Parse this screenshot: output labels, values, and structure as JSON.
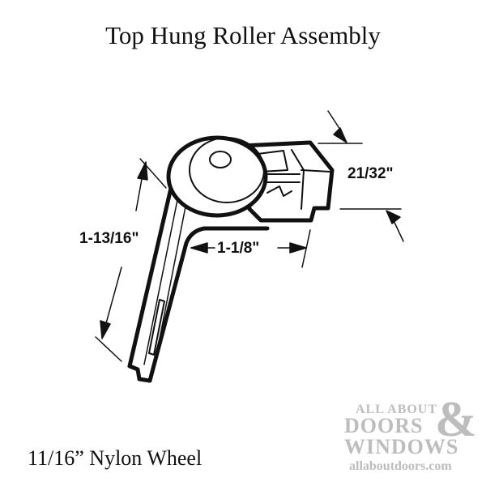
{
  "title": "Top Hung Roller Assembly",
  "caption": "11/16” Nylon Wheel",
  "dimensions": {
    "height": "1-13/16\"",
    "width": "1-1/8\"",
    "depth": "21/32\""
  },
  "watermark": {
    "line1": "ALL ABOUT",
    "line2": "DOORS",
    "amp": "&",
    "line3": "WINDOWS",
    "url": "allaboutdoors.com",
    "color": "#bdbdbd"
  }
}
